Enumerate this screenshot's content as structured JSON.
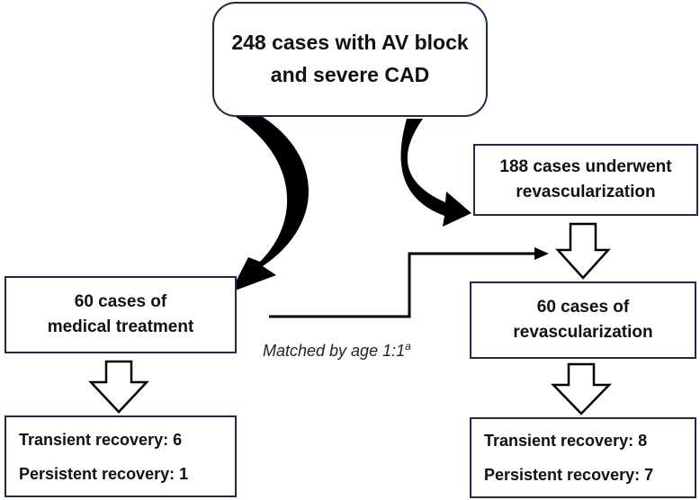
{
  "nodes": {
    "top": {
      "line1": "248 cases with AV block",
      "line2": "and severe CAD"
    },
    "revasc_all": {
      "line1": "188 cases underwent",
      "line2": "revascularization"
    },
    "medical": {
      "line1": "60 cases of",
      "line2": "medical treatment"
    },
    "revasc": {
      "line1": "60 cases of",
      "line2": "revascularization"
    },
    "medical_outcome": {
      "line1": "Transient recovery: 6",
      "line2": "Persistent recovery: 1"
    },
    "revasc_outcome": {
      "line1": "Transient recovery: 8",
      "line2": "Persistent recovery: 7"
    }
  },
  "match": {
    "text": "Matched by age 1:1",
    "superscript": "a"
  },
  "colors": {
    "border": "#1f2a4d",
    "arrow": "#000000"
  }
}
